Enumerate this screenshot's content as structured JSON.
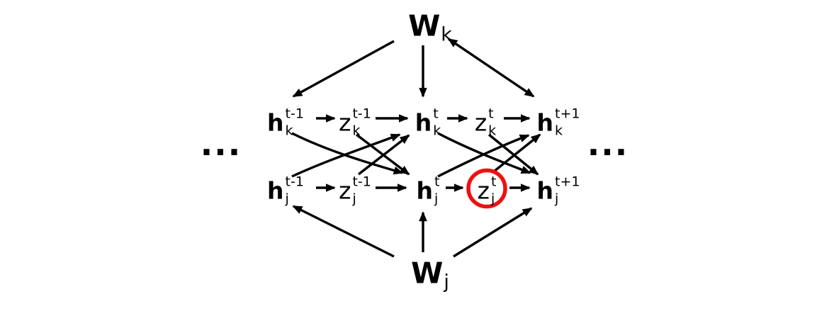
{
  "figure": {
    "description": "Recurrent network diagram with hidden units h and gate units z for units k and j over time steps t-1, t, t+1; weight nodes W_k (top) and W_j (bottom); z_j^t is highlighted with a red circle.",
    "w_top": {
      "base": "W",
      "sub": "k"
    },
    "w_bottom": {
      "base": "W",
      "sub": "j"
    },
    "ellipsis_left": "...",
    "ellipsis_right": "...",
    "highlight": {
      "node": "z_j^t",
      "color": "#ee1111",
      "shape": "circle"
    },
    "nodes": {
      "hk_tm1": {
        "base": "h",
        "sup": "t-1",
        "sub": "k"
      },
      "zk_tm1": {
        "base": "z",
        "sup": "t-1",
        "sub": "k"
      },
      "hk_t": {
        "base": "h",
        "sup": "t",
        "sub": "k"
      },
      "zk_t": {
        "base": "z",
        "sup": "t",
        "sub": "k"
      },
      "hk_tp1": {
        "base": "h",
        "sup": "t+1",
        "sub": "k"
      },
      "hj_tm1": {
        "base": "h",
        "sup": "t-1",
        "sub": "j"
      },
      "zj_tm1": {
        "base": "z",
        "sup": "t-1",
        "sub": "j"
      },
      "hj_t": {
        "base": "h",
        "sup": "t",
        "sub": "j"
      },
      "zj_t": {
        "base": "z",
        "sup": "t",
        "sub": "j"
      },
      "hj_tp1": {
        "base": "h",
        "sup": "t+1",
        "sub": "j"
      }
    },
    "edges": [
      {
        "from": "W_k",
        "to": "h_k^t-1"
      },
      {
        "from": "W_k",
        "to": "h_k^t"
      },
      {
        "from": "W_k",
        "to": "h_k^t+1",
        "bidirectional": true
      },
      {
        "from": "W_j",
        "to": "h_j^t-1"
      },
      {
        "from": "W_j",
        "to": "h_j^t"
      },
      {
        "from": "W_j",
        "to": "h_j^t+1"
      },
      {
        "from": "h_k^t-1",
        "to": "z_k^t-1"
      },
      {
        "from": "z_k^t-1",
        "to": "h_k^t"
      },
      {
        "from": "z_k^t-1",
        "to": "h_j^t"
      },
      {
        "from": "h_k^t-1",
        "to": "h_j^t",
        "style": "curve"
      },
      {
        "from": "h_j^t-1",
        "to": "z_j^t-1"
      },
      {
        "from": "z_j^t-1",
        "to": "h_j^t"
      },
      {
        "from": "z_j^t-1",
        "to": "h_k^t"
      },
      {
        "from": "h_j^t-1",
        "to": "h_k^t",
        "style": "curve"
      },
      {
        "from": "h_k^t",
        "to": "z_k^t"
      },
      {
        "from": "z_k^t",
        "to": "h_k^t+1"
      },
      {
        "from": "z_k^t",
        "to": "h_j^t+1"
      },
      {
        "from": "h_k^t",
        "to": "h_j^t+1",
        "style": "curve"
      },
      {
        "from": "h_j^t",
        "to": "z_j^t"
      },
      {
        "from": "z_j^t",
        "to": "h_j^t+1"
      },
      {
        "from": "z_j^t",
        "to": "h_k^t+1"
      },
      {
        "from": "h_j^t",
        "to": "h_k^t+1",
        "style": "curve"
      }
    ]
  }
}
